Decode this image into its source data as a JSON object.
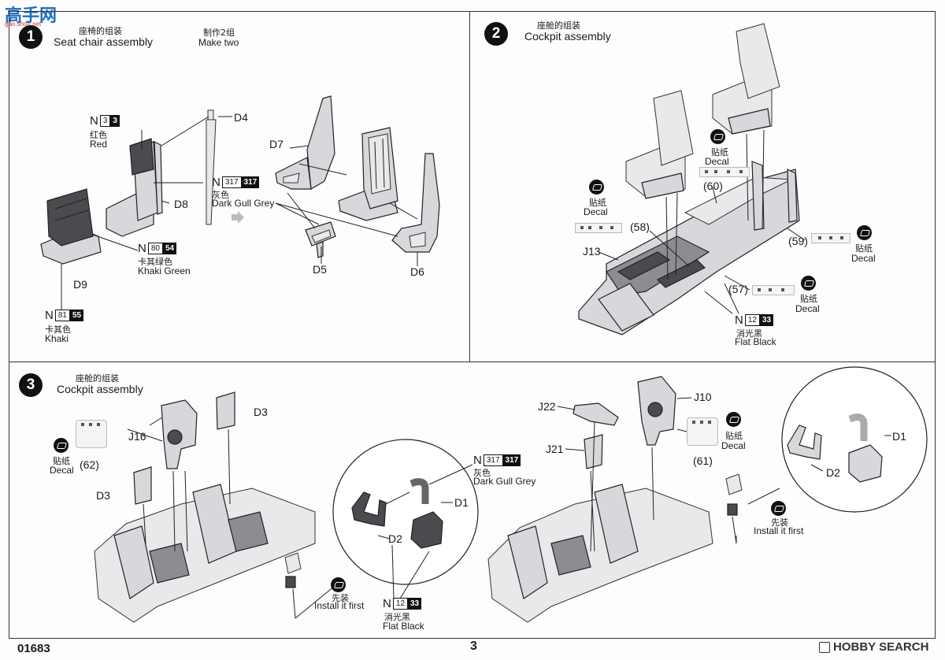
{
  "watermark": {
    "site_cn": "高手网",
    "site_url": "gao.shou.net"
  },
  "step1": {
    "num": "1",
    "title_zh": "座椅的组装",
    "title_en": "Seat chair assembly",
    "make_zh": "制作2组",
    "make_en": "Make two",
    "paint_red": {
      "n": "N",
      "code1": "3",
      "code2": "3",
      "zh": "红色",
      "en": "Red"
    },
    "paint_grey": {
      "n": "N",
      "code1": "317",
      "code2": "317",
      "zh": "灰色",
      "en": "Dark Gull Grey"
    },
    "paint_khaki_green": {
      "n": "N",
      "code1": "80",
      "code2": "54",
      "zh": "卡其绿色",
      "en": "Khaki Green"
    },
    "paint_khaki": {
      "n": "N",
      "code1": "81",
      "code2": "55",
      "zh": "卡其色",
      "en": "Khaki"
    },
    "parts": {
      "d4": "D4",
      "d7": "D7",
      "d8": "D8",
      "d9": "D9",
      "d5": "D5",
      "d6": "D6"
    }
  },
  "step2": {
    "num": "2",
    "title_zh": "座舱的组装",
    "title_en": "Cockpit assembly",
    "decal_zh": "贴纸",
    "decal_en": "Decal",
    "refs": {
      "r58": "(58)",
      "r60": "(60)",
      "r59": "(59)",
      "r57": "(57)"
    },
    "part_j13": "J13",
    "paint_black": {
      "n": "N",
      "code1": "12",
      "code2": "33",
      "zh": "消光黑",
      "en": "Flat Black"
    }
  },
  "step3": {
    "num": "3",
    "title_zh": "座舱的组装",
    "title_en": "Cockpit assembly",
    "decal_zh": "贴纸",
    "decal_en": "Decal",
    "refs": {
      "r62": "(62)",
      "r61": "(61)"
    },
    "parts": {
      "j16": "J16",
      "d3a": "D3",
      "d3b": "D3",
      "d2a": "D2",
      "d1a": "D1",
      "j22": "J22",
      "j10": "J10",
      "j21": "J21",
      "d1b": "D1",
      "d2b": "D2"
    },
    "paint_grey": {
      "n": "N",
      "code1": "317",
      "code2": "317",
      "zh": "灰色",
      "en": "Dark Gull Grey"
    },
    "paint_black": {
      "n": "N",
      "code1": "12",
      "code2": "33",
      "zh": "消光黑",
      "en": "Flat Black"
    },
    "install_zh": "先装",
    "install_en": "Install it first"
  },
  "footer": {
    "kit_no": "01683",
    "page_no": "3",
    "brand": "HOBBY SEARCH"
  }
}
